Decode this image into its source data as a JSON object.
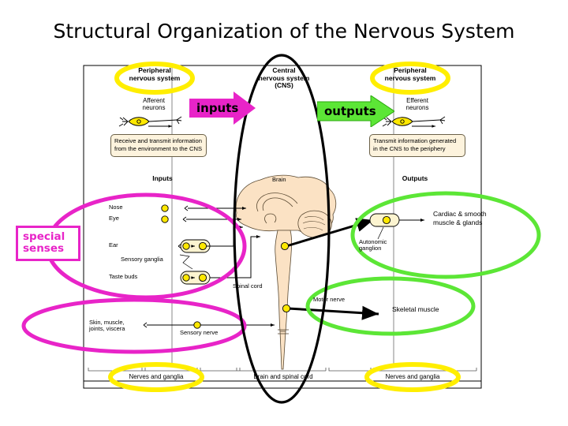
{
  "slide": {
    "title": "Structural Organization of the Nervous System",
    "background": "#ffffff"
  },
  "colors": {
    "highlight_yellow": "#ffee00",
    "magenta": "#e824c8",
    "green": "#5ce636",
    "black": "#000000",
    "brain_fill": "#fbe2c4",
    "neuron_fill": "#ffe800",
    "callout_fill": "#fdf3dd"
  },
  "figure": {
    "headers": {
      "pns_left": "Peripheral\nnervous system",
      "cns": "Central\nnervous system\n(CNS)",
      "pns_right": "Peripheral\nnervous system"
    },
    "neuron_labels": {
      "afferent": "Afferent\nneurons",
      "efferent": "Efferent\nneurons"
    },
    "callouts": {
      "left": "Receive and transmit\ninformation from the\nenvironment to the CNS",
      "right": "Transmit information\ngenerated in the CNS\nto the periphery"
    },
    "section_labels": {
      "inputs": "Inputs",
      "outputs": "Outputs"
    },
    "inputs": [
      {
        "label": "Nose"
      },
      {
        "label": "Eye"
      },
      {
        "label": "Ear"
      },
      {
        "label": "Taste buds"
      }
    ],
    "body_input": "Skin, muscle,\njoints, viscera",
    "inner_labels": {
      "sensory_ganglia": "Sensory ganglia",
      "sensory_nerve": "Sensory nerve",
      "brain": "Brain",
      "spinal_cord": "Spinal cord",
      "autonomic_ganglion": "Autonomic\nganglion",
      "motor_nerve": "Motor nerve"
    },
    "outputs": [
      {
        "label": "Cardiac & smooth\nmuscle & glands"
      },
      {
        "label": "Skeletal muscle"
      }
    ],
    "brackets": [
      {
        "label": "Nerves and ganglia"
      },
      {
        "label": "Brain and spinal cord"
      },
      {
        "label": "Nerves and ganglia"
      }
    ]
  },
  "annotations": {
    "inputs_arrow": {
      "label": "inputs",
      "color": "#e824c8"
    },
    "outputs_arrow": {
      "label": "outputs",
      "color": "#5ce636"
    },
    "special_senses": {
      "label": "special\nsenses",
      "color": "#e824c8"
    },
    "cardiac_note": "Cardiac & smooth\nmuscle & glands",
    "skeletal_note": "Skeletal muscle",
    "highlight_ovals": [
      {
        "name": "pns-left-oval",
        "color": "#ffee00"
      },
      {
        "name": "pns-right-oval",
        "color": "#ffee00"
      },
      {
        "name": "nerves-ganglia-left-oval",
        "color": "#ffee00"
      },
      {
        "name": "nerves-ganglia-right-oval",
        "color": "#ffee00"
      },
      {
        "name": "cns-oval",
        "color": "#000000"
      },
      {
        "name": "special-senses-oval",
        "color": "#e824c8"
      },
      {
        "name": "body-senses-oval",
        "color": "#e824c8"
      },
      {
        "name": "autonomic-output-oval",
        "color": "#5ce636"
      },
      {
        "name": "somatic-output-oval",
        "color": "#5ce636"
      }
    ]
  }
}
